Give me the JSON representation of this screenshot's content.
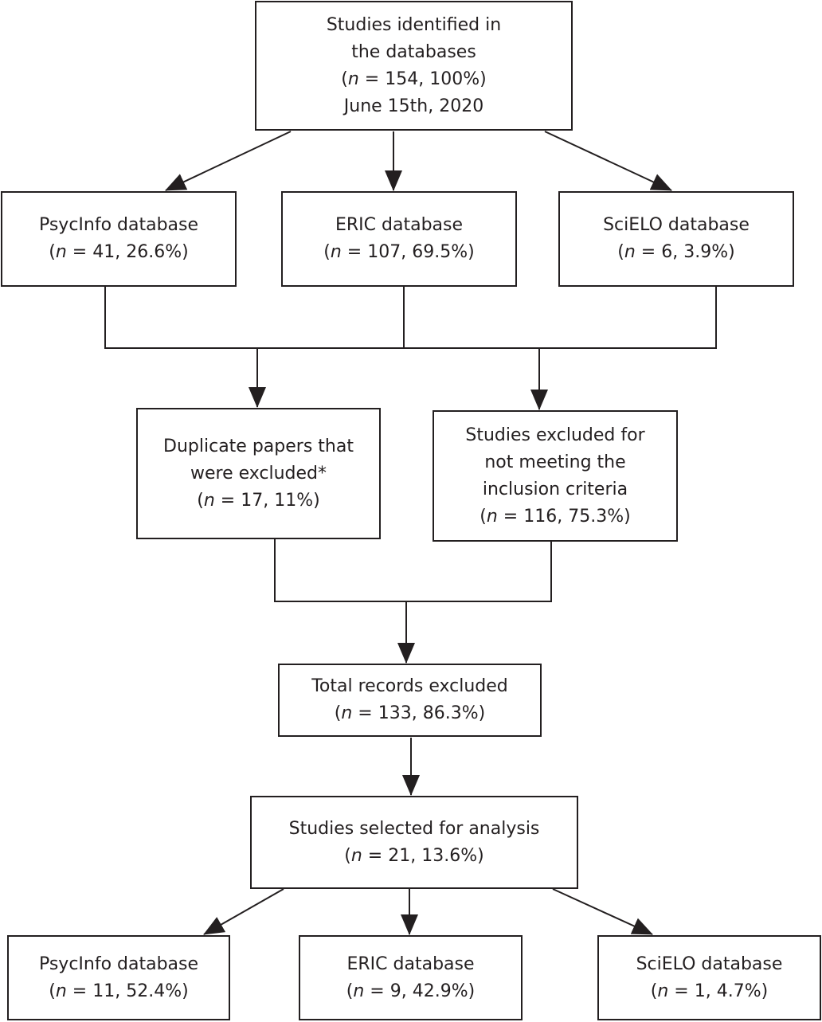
{
  "nodes": {
    "identified": {
      "lines": [
        "Studies identified in",
        "the databases"
      ],
      "n": "154",
      "pct": "100%",
      "date": "June 15th, 2020"
    },
    "psycinfo_initial": {
      "label": "PsycInfo database",
      "n": "41",
      "pct": "26.6%"
    },
    "eric_initial": {
      "label": "ERIC database",
      "n": "107",
      "pct": "69.5%"
    },
    "scielo_initial": {
      "label": "SciELO database",
      "n": "6",
      "pct": "3.9%"
    },
    "duplicates": {
      "lines": [
        "Duplicate papers that",
        "were excluded*"
      ],
      "n": "17",
      "pct": "11%"
    },
    "not_meeting": {
      "lines": [
        "Studies excluded for",
        "not meeting the",
        "inclusion criteria"
      ],
      "n": "116",
      "pct": "75.3%"
    },
    "total_excluded": {
      "label": "Total records excluded",
      "n": "133",
      "pct": "86.3%"
    },
    "selected": {
      "label": "Studies selected for analysis",
      "n": "21",
      "pct": "13.6%"
    },
    "psycinfo_final": {
      "label": "PsycInfo database",
      "n": "11",
      "pct": "52.4%"
    },
    "eric_final": {
      "label": "ERIC database",
      "n": "9",
      "pct": "42.9%"
    },
    "scielo_final": {
      "label": "SciELO database",
      "n": "1",
      "pct": "4.7%"
    }
  },
  "symbols": {
    "n": "n",
    "eq": " = ",
    "sep": ", ",
    "open": "(",
    "close": ")"
  }
}
